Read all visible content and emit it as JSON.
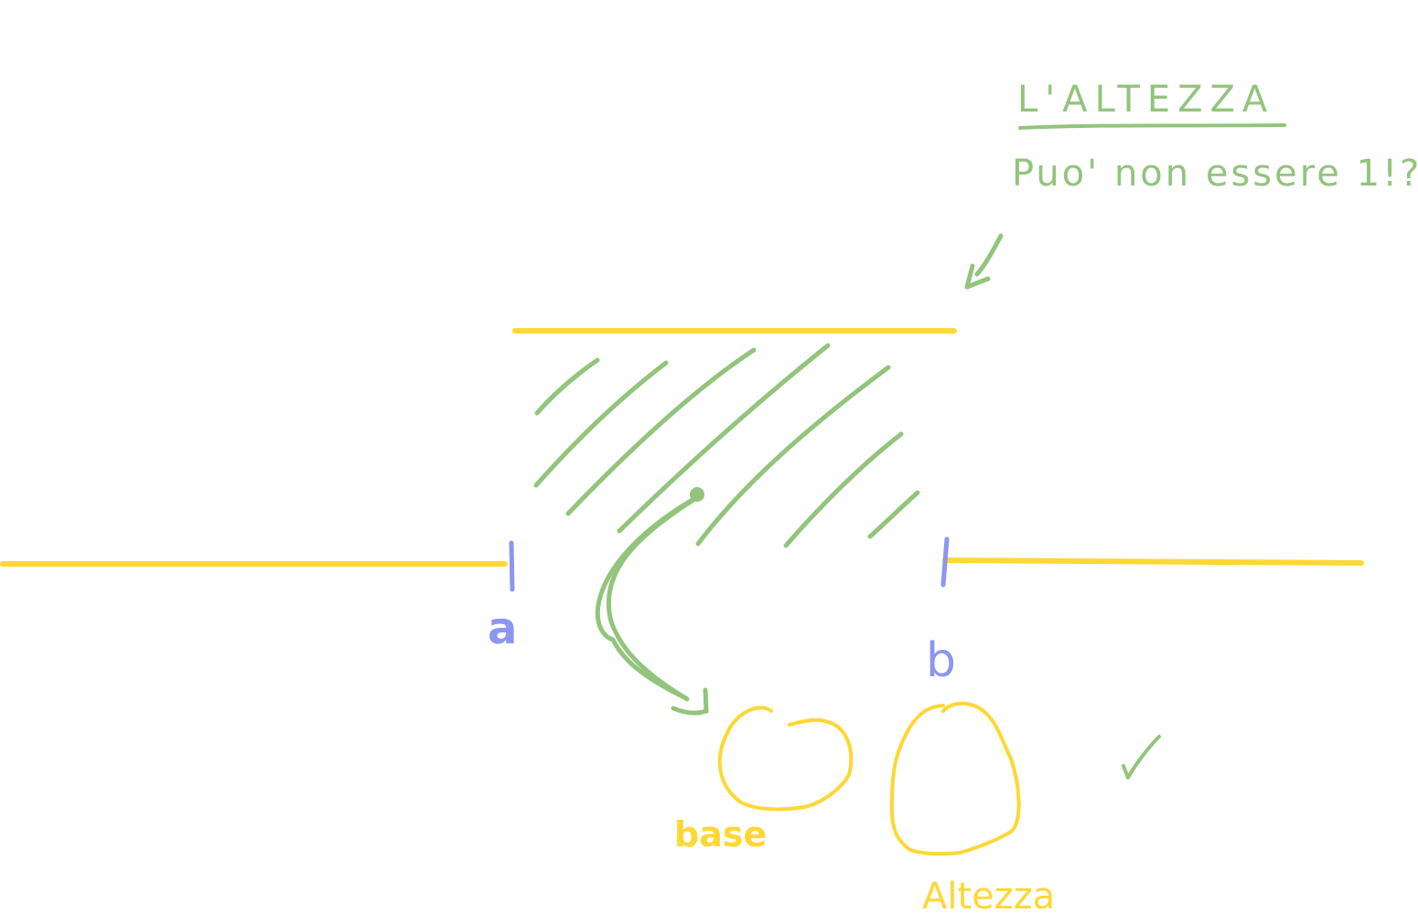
{
  "colors": {
    "yellow": "#FDD835",
    "green": "#93C47D",
    "blue": "#8C96F0",
    "background": "#FFFFFF"
  },
  "labels": {
    "title": "L'ALTEZZA",
    "note": "Puo' non essere 1!?",
    "point_a": "a",
    "point_b": "b",
    "base_word": "base",
    "altezza_word": "Altezza"
  }
}
